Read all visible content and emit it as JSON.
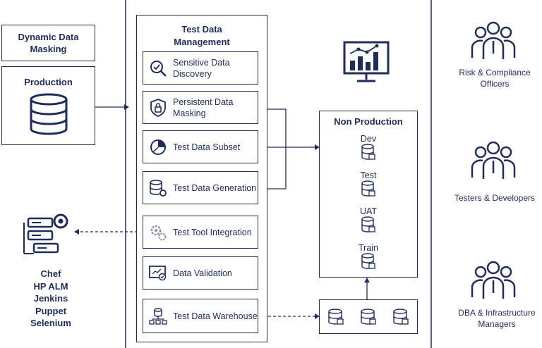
{
  "left": {
    "dynamic_masking": "Dynamic Data Masking",
    "production": "Production",
    "tools": [
      "Chef",
      "HP ALM",
      "Jenkins",
      "Puppet",
      "Selenium"
    ]
  },
  "tdm": {
    "title": "Test Data Management",
    "items": [
      {
        "label": "Sensitive Data Discovery",
        "icon": "magnifier-check-icon"
      },
      {
        "label": "Persistent Data Masking",
        "icon": "shield-lock-icon"
      },
      {
        "label": "Test Data Subset",
        "icon": "pie-chart-icon"
      },
      {
        "label": "Test Data Generation",
        "icon": "database-gear-icon"
      },
      {
        "label": "Test Tool Integration",
        "icon": "gears-icon"
      },
      {
        "label": "Data Validation",
        "icon": "monitor-check-icon"
      },
      {
        "label": "Test Data Warehouse",
        "icon": "database-network-icon"
      }
    ]
  },
  "nonprod": {
    "title": "Non Production",
    "envs": [
      "Dev",
      "Test",
      "UAT",
      "Train"
    ]
  },
  "roles": [
    "Risk & Compliance Officers",
    "Testers & Developers",
    "DBA & Infrastructure Managers"
  ]
}
